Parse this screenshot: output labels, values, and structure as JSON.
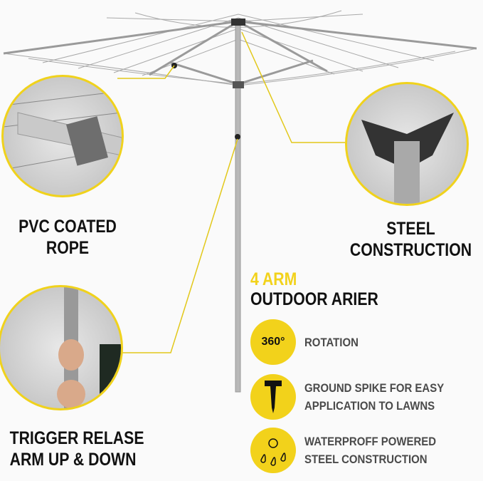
{
  "labels": {
    "pvc": [
      "PVC COATED",
      "ROPE"
    ],
    "steel": [
      "STEEL",
      "CONSTRUCTION"
    ],
    "trigger": [
      "TRIGGER RELASE",
      "ARM UP & DOWN"
    ]
  },
  "title": {
    "line1": "4 ARM",
    "line2": "OUTDOOR ARIER"
  },
  "features": [
    {
      "icon": "360-rotation-icon",
      "icon_text": "360°",
      "lines": [
        "ROTATION"
      ]
    },
    {
      "icon": "ground-spike-icon",
      "lines": [
        "GROUND SPIKE FOR EASY",
        "APPLICATION TO LAWNS"
      ]
    },
    {
      "icon": "sun-rain-icon",
      "lines": [
        "WATERPROFF POWERED",
        "STEEL CONSTRUCTION"
      ]
    }
  ],
  "colors": {
    "accent": "#f2d21b",
    "text": "#111111",
    "feature_text": "#4a4a4a"
  }
}
